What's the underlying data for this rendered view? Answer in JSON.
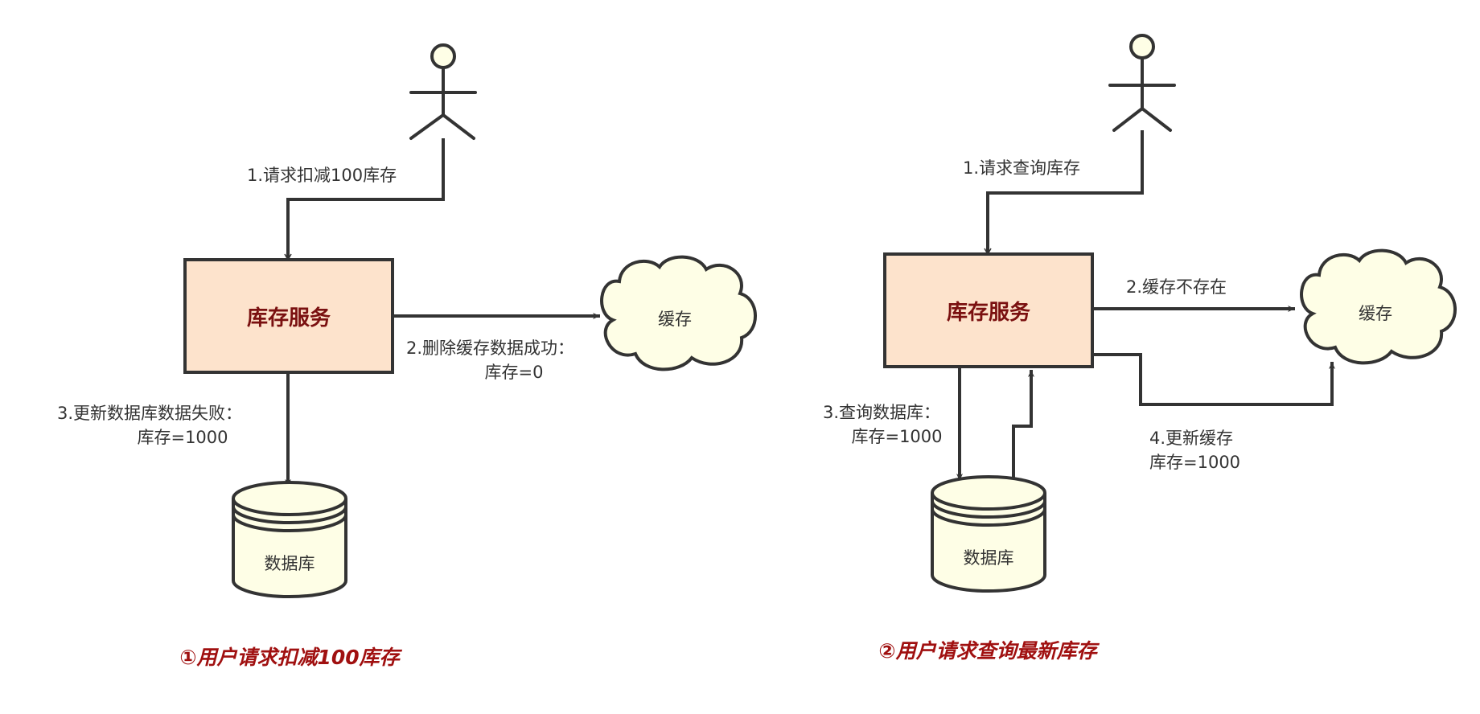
{
  "colors": {
    "service_fill": "#fde3cc",
    "store_fill": "#fefee6",
    "stroke": "#333333",
    "title_text": "#7a1010",
    "caption_text": "#a01010",
    "label_text": "#333333"
  },
  "panel1": {
    "actor_icon": "stick-figure-icon",
    "step1": "1.请求扣减100库存",
    "service": "库存服务",
    "cache": "缓存",
    "step2_line1": "2.删除缓存数据成功：",
    "step2_line2": "库存=0",
    "step3_line1": "3.更新数据库数据失败：",
    "step3_line2": "库存=1000",
    "database": "数据库",
    "caption": "①用户请求扣减100库存"
  },
  "panel2": {
    "actor_icon": "stick-figure-icon",
    "step1": "1.请求查询库存",
    "service": "库存服务",
    "step2": "2.缓存不存在",
    "cache": "缓存",
    "step3_line1": "3.查询数据库：",
    "step3_line2": "库存=1000",
    "step4_line1": "4.更新缓存",
    "step4_line2": "库存=1000",
    "database": "数据库",
    "caption": "②用户请求查询最新库存"
  }
}
